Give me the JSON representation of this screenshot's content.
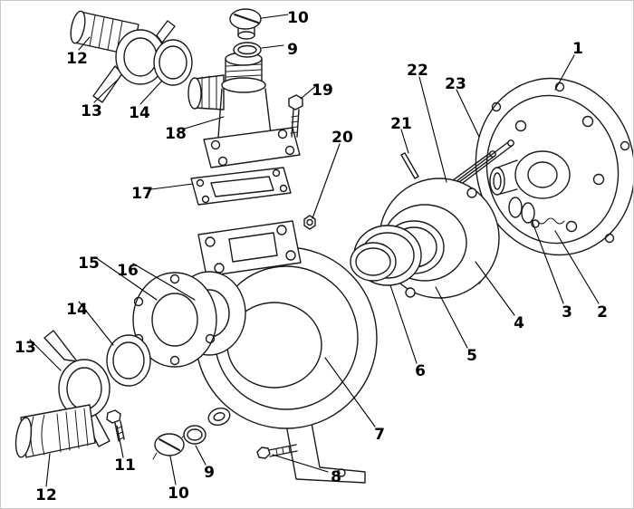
{
  "figure": {
    "background_color": "#ffffff",
    "line_color": "#1a1a1a",
    "label_color": "#000000",
    "callouts": [
      {
        "number": "1"
      },
      {
        "number": "2"
      },
      {
        "number": "3"
      },
      {
        "number": "4"
      },
      {
        "number": "5"
      },
      {
        "number": "6"
      },
      {
        "number": "7"
      },
      {
        "number": "8"
      },
      {
        "number": "9"
      },
      {
        "number": "9"
      },
      {
        "number": "10"
      },
      {
        "number": "10"
      },
      {
        "number": "11"
      },
      {
        "number": "12"
      },
      {
        "number": "12"
      },
      {
        "number": "13"
      },
      {
        "number": "13"
      },
      {
        "number": "14"
      },
      {
        "number": "14"
      },
      {
        "number": "15"
      },
      {
        "number": "16"
      },
      {
        "number": "17"
      },
      {
        "number": "18"
      },
      {
        "number": "19"
      },
      {
        "number": "20"
      },
      {
        "number": "21"
      },
      {
        "number": "22"
      },
      {
        "number": "23"
      }
    ]
  }
}
